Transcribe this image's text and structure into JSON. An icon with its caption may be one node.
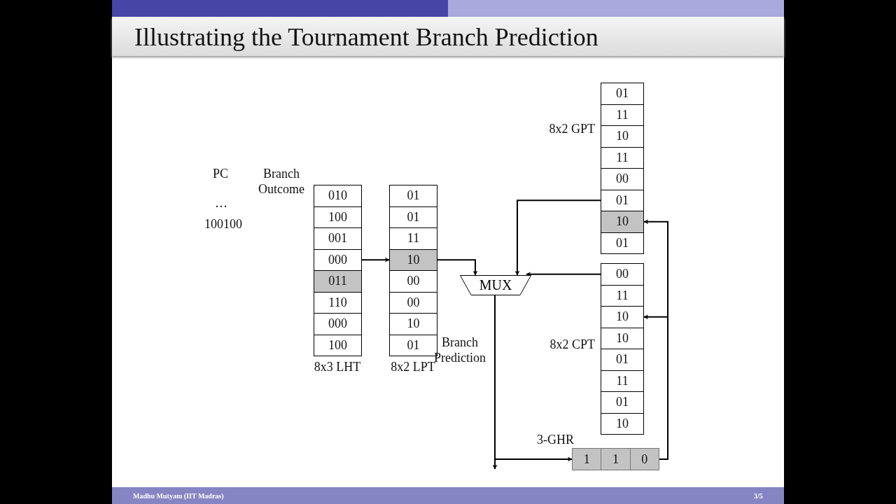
{
  "diagram": {
    "title": "Illustrating the Tournament Branch Prediction",
    "nodes": [
      {
        "text": [
          "8x3 LHT"
        ]
      },
      {
        "text": [
          "010"
        ],
        "in": 0
      },
      {
        "text": [
          "100"
        ],
        "in": 0
      },
      {
        "text": [
          "001"
        ],
        "in": 0
      },
      {
        "text": [
          "000"
        ],
        "in": 0
      },
      {
        "text": [
          "011"
        ],
        "in": 0
      },
      {
        "text": [
          "110"
        ],
        "in": 0
      },
      {
        "text": [
          "000"
        ],
        "in": 0
      },
      {
        "text": [
          "100"
        ],
        "in": 0
      },
      {
        "text": [
          "8x2 LPT"
        ]
      },
      {
        "text": [
          "01"
        ],
        "in": 9
      },
      {
        "text": [
          "01"
        ],
        "in": 9
      },
      {
        "text": [
          "11"
        ],
        "in": 9
      },
      {
        "text": [
          "10"
        ],
        "in": 9
      },
      {
        "text": [
          "00"
        ],
        "in": 9
      },
      {
        "text": [
          "00"
        ],
        "in": 9
      },
      {
        "text": [
          "10"
        ],
        "in": 9
      },
      {
        "text": [
          "01"
        ],
        "in": 9
      },
      {
        "text": [
          "MUX"
        ]
      },
      {
        "text": [
          "8x2 GPT"
        ]
      },
      {
        "text": [
          "01"
        ],
        "in": 19
      },
      {
        "text": [
          "11"
        ],
        "in": 19
      },
      {
        "text": [
          "10"
        ],
        "in": 19
      },
      {
        "text": [
          "11"
        ],
        "in": 19
      },
      {
        "text": [
          "00"
        ],
        "in": 19
      },
      {
        "text": [
          "01"
        ],
        "in": 19
      },
      {
        "text": [
          "10"
        ],
        "in": 19
      },
      {
        "text": [
          "01"
        ],
        "in": 19
      },
      {
        "text": [
          "8x2 CPT"
        ]
      },
      {
        "text": [
          "00"
        ],
        "in": 28
      },
      {
        "text": [
          "11"
        ],
        "in": 28
      },
      {
        "text": [
          "10"
        ],
        "in": 28
      },
      {
        "text": [
          "10"
        ],
        "in": 28
      },
      {
        "text": [
          "01"
        ],
        "in": 28
      },
      {
        "text": [
          "11"
        ],
        "in": 28
      },
      {
        "text": [
          "01"
        ],
        "in": 28
      },
      {
        "text": [
          "10"
        ],
        "in": 28
      },
      {
        "text": [
          "3-GHR"
        ]
      },
      {
        "text": [
          "1"
        ],
        "in": 37
      },
      {
        "text": [
          "1"
        ],
        "in": 37
      },
      {
        "text": [
          "0"
        ],
        "in": 37
      }
    ],
    "edges": [
      {
        "from": 4,
        "to": 13,
        "arrow": "to"
      },
      {
        "from": 13,
        "to": 18,
        "arrow": "to"
      },
      {
        "from": 25,
        "to": 18,
        "arrow": "to"
      },
      {
        "from": 29,
        "to": 18,
        "arrow": "to"
      },
      {
        "from": 18,
        "to": 38,
        "arrow": "to"
      },
      {
        "from": 18,
        "to": null,
        "arrow": "to"
      },
      {
        "from": 40,
        "to": 26,
        "arrow": "to"
      },
      {
        "from": 40,
        "to": 31,
        "arrow": "to"
      }
    ],
    "labels": [
      "PC",
      "Branch Outcome",
      "…",
      "100100",
      "Branch Prediction",
      "Madhu Mutyam (IIT Madras)",
      "3/5"
    ]
  }
}
